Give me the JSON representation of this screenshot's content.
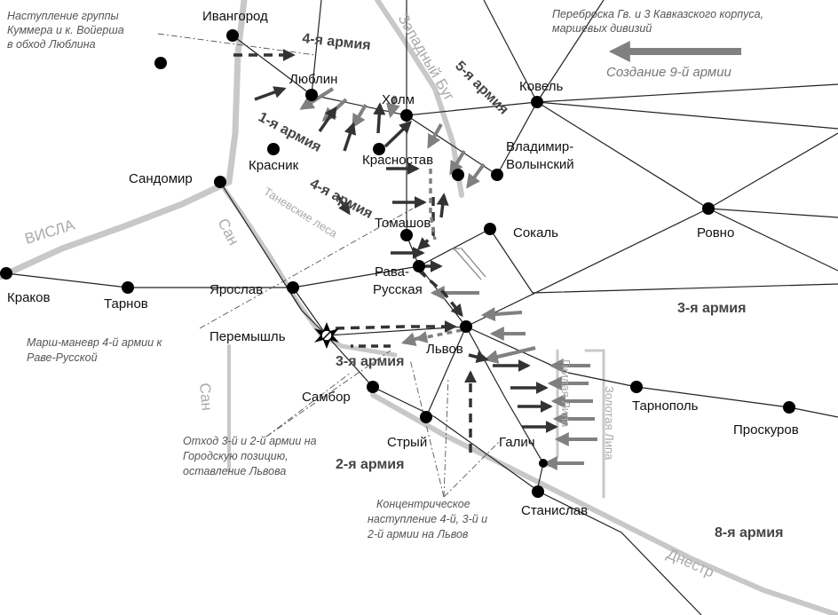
{
  "colors": {
    "river": "#c8c8c8",
    "road": "#222222",
    "city": "#000000",
    "austro_arrow": "#333333",
    "russian_arrow": "#808080"
  },
  "cities": {
    "ivangorod": "Ивангород",
    "lublin": "Люблин",
    "kholm": "Холм",
    "kovel": "Ковель",
    "krasnik": "Красник",
    "krasnostav": "Красностав",
    "vladimir_1": "Владимир-",
    "vladimir_2": "Волынский",
    "sandomir": "Сандомир",
    "tomashov": "Томашов",
    "sokal": "Сокаль",
    "rovno": "Ровно",
    "krakov": "Краков",
    "tarnov": "Тарнов",
    "yaroslav": "Ярослав",
    "rava_1": "Рава-",
    "rava_2": "Русская",
    "peremyshl": "Перемышль",
    "lvov": "Львов",
    "sambor": "Самбор",
    "tarnopol": "Тарнополь",
    "proskurov": "Проскуров",
    "stryi": "Стрый",
    "galich": "Галич",
    "stanislav": "Станислав"
  },
  "armies": {
    "a4_top": "4-я армия",
    "a5": "5-я армия",
    "a1": "1-я армия",
    "a4_mid": "4-я армия",
    "a3_ru": "3-я армия",
    "a3_au": "3-я армия",
    "a2": "2-я армия",
    "a8": "8-я армия"
  },
  "rivers": {
    "visla": "ВИСЛА",
    "san_upper": "Сан",
    "san_lower": "Сан",
    "zapadny_bug": "Западный Буг",
    "dnestr": "Днестр",
    "gnilaya_lipa": "Гнилая Липа",
    "zolotaya_lipa": "Золотая Липа",
    "tanev_forests": "Таневские леса"
  },
  "notes": {
    "kummer": [
      "Наступление группы",
      "Куммера и к. Войерша",
      "в обход Люблина"
    ],
    "transfer": [
      "Переброска Гв. и 3 Кавказского корпуса,",
      "маршевых дивизий"
    ],
    "army9": "Создание 9-й армии",
    "march4": [
      "Марш-маневр 4-й армии к",
      "Раве-Русской"
    ],
    "retreat": [
      "Отход 3-й и 2-й армии на",
      "Городскую позицию,",
      "оставление Львова"
    ],
    "concentric": [
      "Концентрическое",
      "наступление 4-й, 3-й и",
      "2-й армии на Львов"
    ]
  }
}
